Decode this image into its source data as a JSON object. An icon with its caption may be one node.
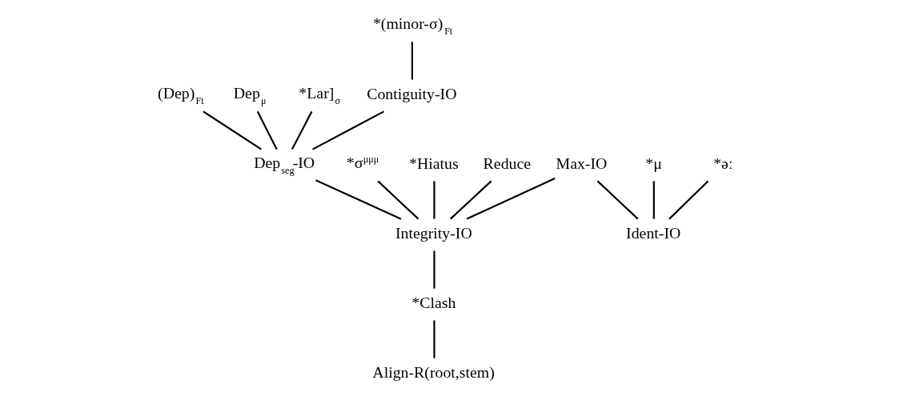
{
  "diagram": {
    "nodes": [
      {
        "text": [
          "(Dep)$_{Ft}$"
        ]
      },
      {
        "text": [
          "Dep$_{μ}$"
        ]
      },
      {
        "text": [
          "*Lar]$_{σ}$"
        ]
      },
      {
        "text": [
          "*(minor-σ)$_{Ft}$"
        ]
      },
      {
        "text": [
          "Contiguity-IO"
        ]
      },
      {
        "text": [
          "*μ"
        ]
      },
      {
        "text": [
          "*əː"
        ]
      },
      {
        "text": [
          "Max-IO"
        ]
      },
      {
        "text": [
          "*σ$^{μμμ}$"
        ]
      },
      {
        "text": [
          "*Hiatus"
        ]
      },
      {
        "text": [
          "Reduce"
        ]
      },
      {
        "text": [
          "Dep$_{seg}$-IO"
        ]
      },
      {
        "text": [
          "Ident-IO"
        ]
      },
      {
        "text": [
          "Integrity-IO"
        ]
      },
      {
        "text": [
          "*Clash"
        ]
      },
      {
        "text": [
          "Align-R(root,stem)"
        ]
      }
    ],
    "edges": [
      {
        "from": 0,
        "to": 11,
        "arrow": "none"
      },
      {
        "from": 1,
        "to": 11,
        "arrow": "none"
      },
      {
        "from": 2,
        "to": 11,
        "arrow": "none"
      },
      {
        "from": 3,
        "to": 4,
        "arrow": "none"
      },
      {
        "from": 4,
        "to": 11,
        "arrow": "none"
      },
      {
        "from": 5,
        "to": 12,
        "arrow": "none"
      },
      {
        "from": 6,
        "to": 12,
        "arrow": "none"
      },
      {
        "from": 7,
        "to": 12,
        "arrow": "none"
      },
      {
        "from": 7,
        "to": 13,
        "arrow": "none"
      },
      {
        "from": 8,
        "to": 13,
        "arrow": "none"
      },
      {
        "from": 9,
        "to": 13,
        "arrow": "none"
      },
      {
        "from": 10,
        "to": 13,
        "arrow": "none"
      },
      {
        "from": 11,
        "to": 13,
        "arrow": "none"
      },
      {
        "from": 13,
        "to": 14,
        "arrow": "none"
      },
      {
        "from": 14,
        "to": 15,
        "arrow": "none"
      }
    ]
  }
}
